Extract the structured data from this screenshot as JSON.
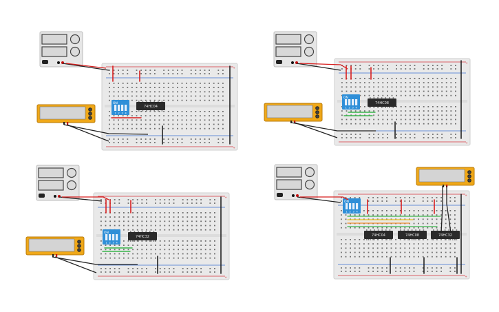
{
  "circuits": [
    {
      "id": "c1",
      "chips": [
        "74HC04"
      ],
      "dip": {
        "header": "ON",
        "numbers": [
          "1",
          "2",
          "3",
          "4"
        ]
      }
    },
    {
      "id": "c2",
      "chips": [
        "74HC08"
      ],
      "dip": {
        "header": "ON",
        "numbers": [
          "1",
          "2",
          "3",
          "4"
        ]
      }
    },
    {
      "id": "c3",
      "chips": [
        "74HC32"
      ],
      "dip": {
        "header": "ON",
        "numbers": [
          "1",
          "2",
          "3",
          "4"
        ]
      }
    },
    {
      "id": "c4",
      "chips": [
        "74HC04",
        "74HC08",
        "74HC32"
      ],
      "dip": {
        "header": "ON",
        "numbers": [
          "1",
          "2",
          "3",
          "4"
        ]
      }
    }
  ],
  "colors": {
    "breadboard": "#e9e9e9",
    "breadboard_edge": "#cfcfcf",
    "hole": "#6e6e6e",
    "rail_red": "#d4333a",
    "rail_blue": "#3a6fd0",
    "wire_red": "#d81e1e",
    "wire_black": "#222222",
    "wire_green": "#39b54a",
    "wire_yellow": "#e8c21c",
    "wire_orange": "#f08a24",
    "chip": "#2a2a2a",
    "dip_switch": "#2f8fd8",
    "supply_body": "#e6e6e6",
    "meter_frame": "#f0a818",
    "meter_screen": "#d4d4d4"
  }
}
